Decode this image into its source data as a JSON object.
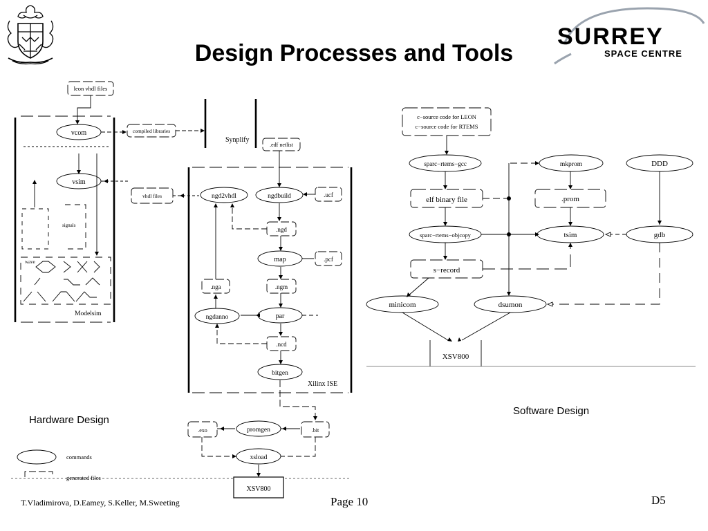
{
  "slide": {
    "title": "Design Processes and Tools",
    "hardware_caption": "Hardware Design",
    "software_caption": "Software Design",
    "authors": "T.Vladimirova, D.Eamey, S.Keller, M.Sweeting",
    "page": "Page 10",
    "slide_id": "D5"
  },
  "logo": {
    "name": "SURREY",
    "sub": "SPACE CENTRE",
    "color": "#d3262f",
    "sub_color": "#4a5160",
    "orbit_color": "#9aa3ae"
  },
  "hardware": {
    "files": {
      "leon": "leon vhdl files",
      "compiled": "compiled libraries",
      "edf": ".edf netlist",
      "vhdl": "vhdl files",
      "ucf": ".ucf",
      "ngd": ".ngd",
      "pcf": ".pcf",
      "nga": ".nga",
      "ngm": ".ngm",
      "ncd": ".ncd",
      "exo": ".exo",
      "bit": ".bit"
    },
    "commands": {
      "vcom": "vcom",
      "vsim": "vsim",
      "ngd2vhdl": "ngd2vhdl",
      "ngdbuild": "ngdbuild",
      "map": "map",
      "ngdanno": "ngdanno",
      "par": "par",
      "bitgen": "bitgen",
      "promgen": "promgen",
      "xsload": "xsload"
    },
    "labels": {
      "synplify": "Synplify",
      "signals": "signals",
      "wave": "wave",
      "modelsim": "Modelsim",
      "xilinx": "Xilinx ISE",
      "board": "XSV800"
    },
    "legend": {
      "commands": "commands",
      "generated": "generated files"
    }
  },
  "software": {
    "source": [
      "c−source code for LEON",
      "c−source code for RTEMS"
    ],
    "nodes": {
      "gcc": "sparc−rtems−gcc",
      "mkprom": "mkprom",
      "ddd": "DDD",
      "elf": "elf binary file",
      "prom": ".prom",
      "objcopy": "sparc−rtems−objcopy",
      "tsim": "tsim",
      "gdb": "gdb",
      "srecord": "s−record",
      "minicom": "minicom",
      "dsumon": "dsumon",
      "board": "XSV800"
    }
  }
}
